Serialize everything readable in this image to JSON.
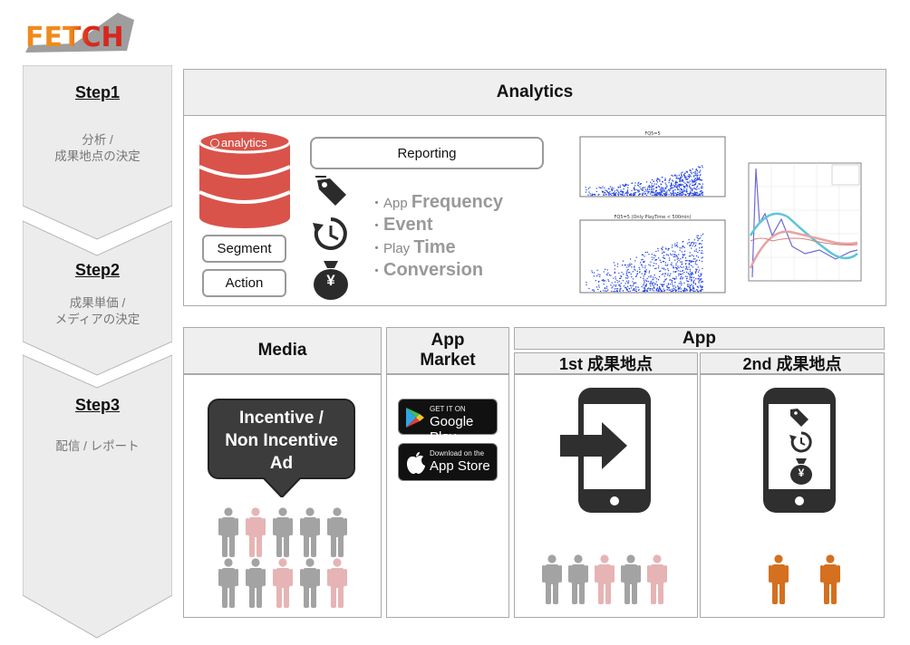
{
  "logo": {
    "text": "FETCH"
  },
  "steps": [
    {
      "title": "Step1",
      "desc": [
        "分析 /",
        "成果地点の決定"
      ]
    },
    {
      "title": "Step2",
      "desc": [
        "成果単価 /",
        "メディアの決定"
      ]
    },
    {
      "title": "Step3",
      "desc": [
        "配信 / レポート"
      ]
    }
  ],
  "analytics": {
    "header": "Analytics",
    "db_label": "analytics",
    "segment_label": "Segment",
    "action_label": "Action",
    "reporting_label": "Reporting",
    "metrics": [
      {
        "prefix": "・App ",
        "word": "Frequency"
      },
      {
        "prefix": "・",
        "word": "Event"
      },
      {
        "prefix": "・Play ",
        "word": "Time"
      },
      {
        "prefix": "・",
        "word": "Conversion"
      }
    ],
    "yen_symbol": "¥",
    "plot_top_title": "FQ5=5",
    "plot_bottom_title": "FQ5=5 (Only PlayTime < 500min)"
  },
  "media": {
    "header": "Media",
    "callout_lines": [
      "Incentive /",
      "Non Incentive",
      "Ad"
    ]
  },
  "app_market": {
    "header_lines": [
      "App",
      "Market"
    ],
    "google_small": "GET IT ON",
    "google_big": "Google Play",
    "apple_small": "Download on the",
    "apple_big": "App Store"
  },
  "app": {
    "header": "App",
    "first_header": "1st 成果地点",
    "second_header": "2nd 成果地点",
    "yen_symbol": "¥"
  },
  "colors": {
    "db_red": "#d9534a",
    "person_gray": "#a3a3a3",
    "person_pink": "#e6b4b4",
    "person_orange": "#d4701f",
    "scatter_blue": "#1f3fe0",
    "logo_orange": "#f08a1c",
    "logo_red": "#d8261e"
  }
}
